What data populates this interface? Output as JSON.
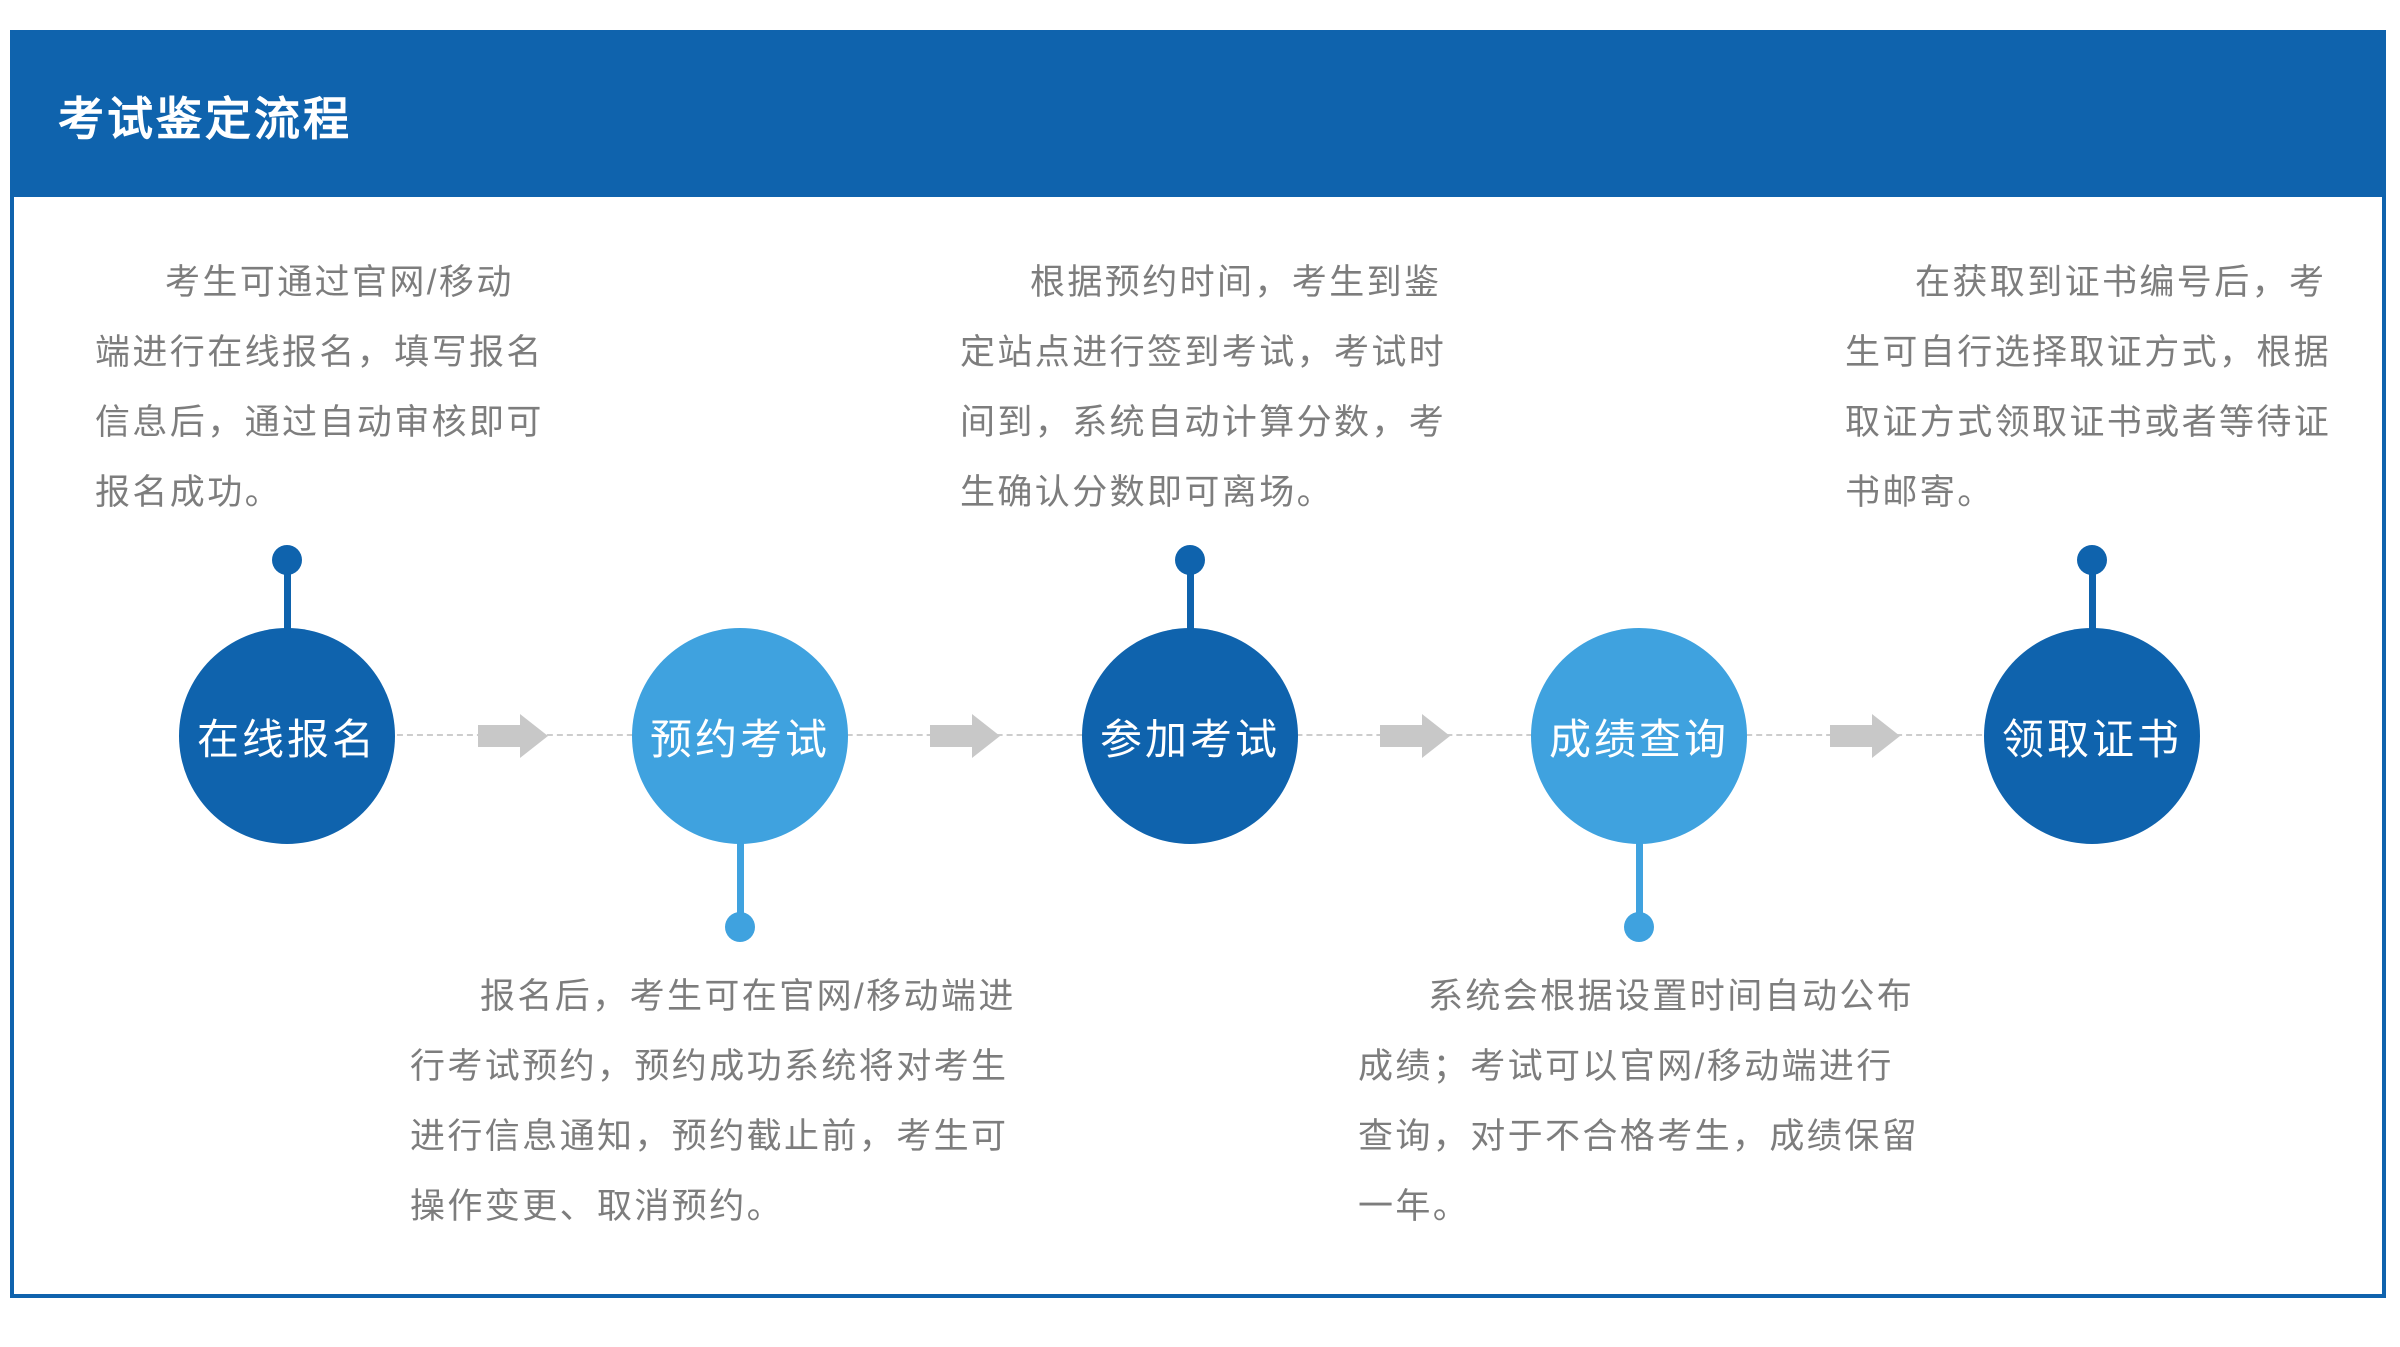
{
  "header": {
    "title": "考试鉴定流程"
  },
  "colors": {
    "primary": "#0F63AD",
    "light": "#3FA2DF",
    "text_gray": "#7D7D7D",
    "arrow_gray": "#C8C8C8"
  },
  "steps": [
    {
      "label": "在线报名",
      "variant": "dark",
      "desc_position": "above",
      "desc_lines": [
        "考生可通过官网/移动",
        "端进行在线报名，填写报名",
        "信息后，通过自动审核即可",
        "报名成功。"
      ]
    },
    {
      "label": "预约考试",
      "variant": "light",
      "desc_position": "below",
      "desc_lines": [
        "报名后，考生可在官网/移动端进",
        "行考试预约，预约成功系统将对考生",
        "进行信息通知，预约截止前，考生可",
        "操作变更、取消预约。"
      ]
    },
    {
      "label": "参加考试",
      "variant": "dark",
      "desc_position": "above",
      "desc_lines": [
        "根据预约时间，考生到鉴",
        "定站点进行签到考试，考试时",
        "间到，系统自动计算分数，考",
        "生确认分数即可离场。"
      ]
    },
    {
      "label": "成绩查询",
      "variant": "light",
      "desc_position": "below",
      "desc_lines": [
        "系统会根据设置时间自动公布",
        "成绩；考试可以官网/移动端进行",
        "查询，对于不合格考生，成绩保留",
        "一年。"
      ]
    },
    {
      "label": "领取证书",
      "variant": "dark",
      "desc_position": "above",
      "desc_lines": [
        "在获取到证书编号后，考",
        "生可自行选择取证方式，根据",
        "取证方式领取证书或者等待证",
        "书邮寄。"
      ]
    }
  ]
}
